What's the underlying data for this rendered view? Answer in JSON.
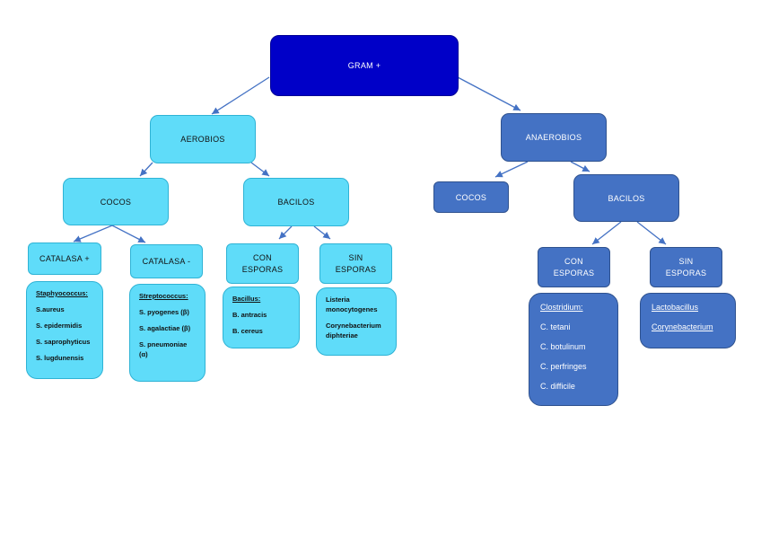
{
  "root": "GRAM +",
  "aerobios": "AEROBIOS",
  "anaerobios": "ANAEROBIOS",
  "aero_cocos": "COCOS",
  "aero_bacilos": "BACILOS",
  "ana_cocos": "COCOS",
  "ana_bacilos": "BACILOS",
  "catalasa_pos": "CATALASA +",
  "catalasa_neg": "CATALASA -",
  "aero_con_esporas": {
    "l1": "CON",
    "l2": "ESPORAS"
  },
  "aero_sin_esporas": {
    "l1": "SIN",
    "l2": "ESPORAS"
  },
  "ana_con_esporas": {
    "l1": "CON",
    "l2": "ESPORAS"
  },
  "ana_sin_esporas": {
    "l1": "SIN",
    "l2": "ESPORAS"
  },
  "staph": {
    "header": "Staphyococcus:",
    "items": [
      "S.aureus",
      "S. epidermidis",
      "S. saprophyticus",
      "S. lugdunensis"
    ]
  },
  "strep": {
    "header": "Streptococcus:",
    "items": [
      "S. pyogenes (β)",
      "S. agalactiae (β)",
      "S. pneumoniae",
      "(α)"
    ]
  },
  "bacillus": {
    "header": "Bacillus:",
    "items": [
      "B. antracis",
      "B. cereus"
    ]
  },
  "listeria": {
    "items": [
      "Listeria",
      "monocytogenes",
      "Corynebacterium",
      "diphteriae"
    ]
  },
  "clostridium": {
    "header": "Clostridium:",
    "items": [
      "C. tetani",
      "C. botulinum",
      "C. perfringes",
      "C. difficile"
    ]
  },
  "lacto": {
    "items": [
      "Lactobacillus",
      "Corynebacterium"
    ]
  },
  "colors": {
    "cyan": "#5fdcf9",
    "blue": "#4472c4",
    "navy": "#0000c8",
    "arrow": "#4472c4"
  }
}
